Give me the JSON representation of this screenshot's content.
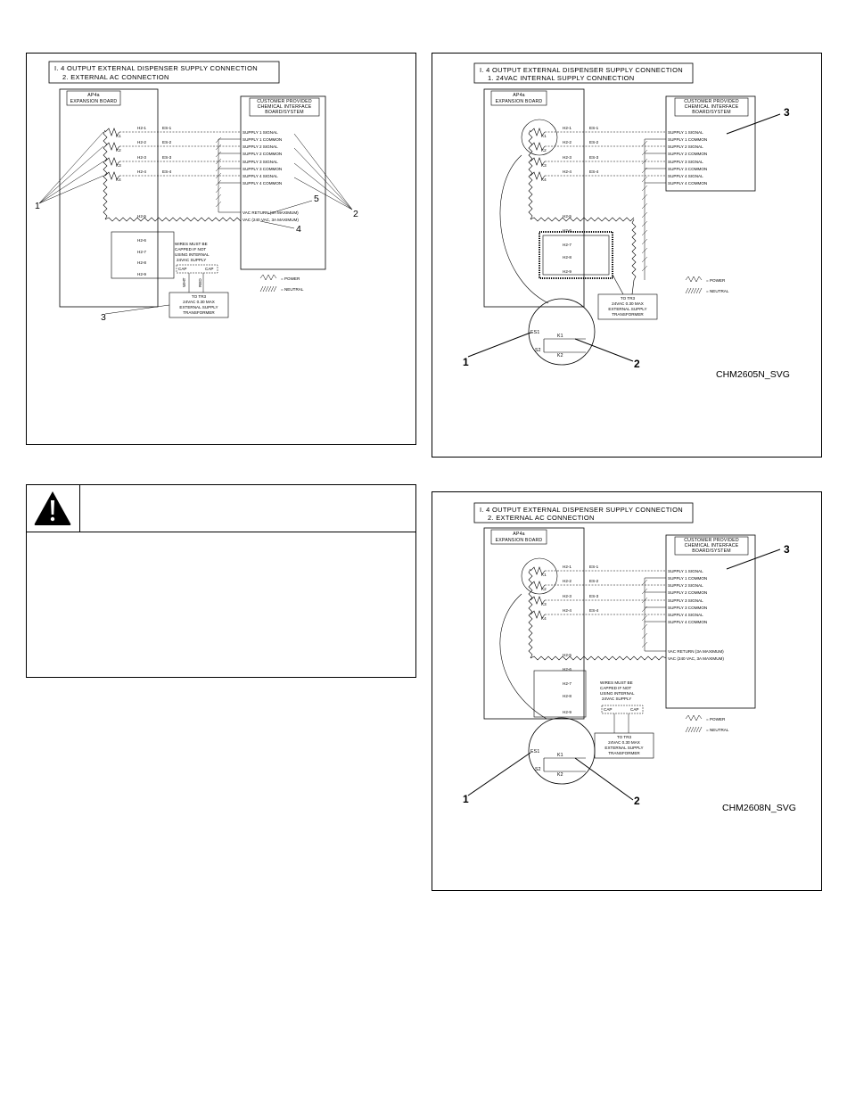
{
  "diagram_a": {
    "title_1": "I. 4 OUTPUT EXTERNAL DISPENSER SUPPLY CONNECTION",
    "title_2": "2. EXTERNAL AC CONNECTION",
    "board": "AP4a\nEXPANSION BOARD",
    "board_l1": "AP4a",
    "board_l2": "EXPANSION BOARD",
    "customer_l1": "CUSTOMER PROVIDED",
    "customer_l2": "CHEMICAL INTERFACE",
    "customer_l3": "BOARD/SYSTEM",
    "relays": [
      "K1",
      "K2",
      "K3",
      "K4"
    ],
    "h2": [
      "H2-1",
      "H2-2",
      "H2-3",
      "H2-4",
      "H2-5",
      "H2-6",
      "H2-7",
      "H2-8",
      "H2-9"
    ],
    "es": [
      "ES-1",
      "ES-2",
      "ES-3",
      "ES-4"
    ],
    "supplies": [
      "SUPPLY 1 SIGNAL",
      "SUPPLY 1 COMMON",
      "SUPPLY 2 SIGNAL",
      "SUPPLY 2 COMMON",
      "SUPPLY 3 SIGNAL",
      "SUPPLY 3 COMMON",
      "SUPPLY 4 SIGNAL",
      "SUPPLY 4 COMMON"
    ],
    "vac_return": "VAC RETURN (3A MAXIMUM)",
    "vac": "VAC (240 VAC, 3A MAXIMUM)",
    "cap_note_1": "WIRES MUST BE",
    "cap_note_2": "CAPPED IF NOT",
    "cap_note_3": "USING INTERNAL",
    "cap_note_4": "24VAC SUPPLY",
    "cap": "CAP",
    "wht": "WHT",
    "red": "RED",
    "tr_1": "TO TR3",
    "tr_2": "24VAC 0.30 MAX",
    "tr_3": "EXTERNAL SUPPLY",
    "tr_4": "TRANSFORMER",
    "legend_power": "= POWER",
    "legend_neutral": "= NEUTRAL",
    "callouts": [
      "1",
      "2",
      "3",
      "4",
      "5"
    ]
  },
  "diagram_b": {
    "title_1": "I. 4 OUTPUT EXTERNAL DISPENSER SUPPLY CONNECTION",
    "title_2": "1. 24VAC INTERNAL SUPPLY CONNECTION",
    "callouts": [
      "1",
      "2",
      "3"
    ],
    "detail_labels": [
      "ES1",
      "K1",
      "S2",
      "K2"
    ],
    "code": "CHM2605N_SVG"
  },
  "diagram_c": {
    "title_1": "I. 4 OUTPUT EXTERNAL DISPENSER SUPPLY CONNECTION",
    "title_2": "2. EXTERNAL AC CONNECTION",
    "callouts": [
      "1",
      "2",
      "3"
    ],
    "code": "CHM2608N_SVG"
  },
  "warning": {
    "icon": "warning-triangle-icon",
    "text": ""
  }
}
